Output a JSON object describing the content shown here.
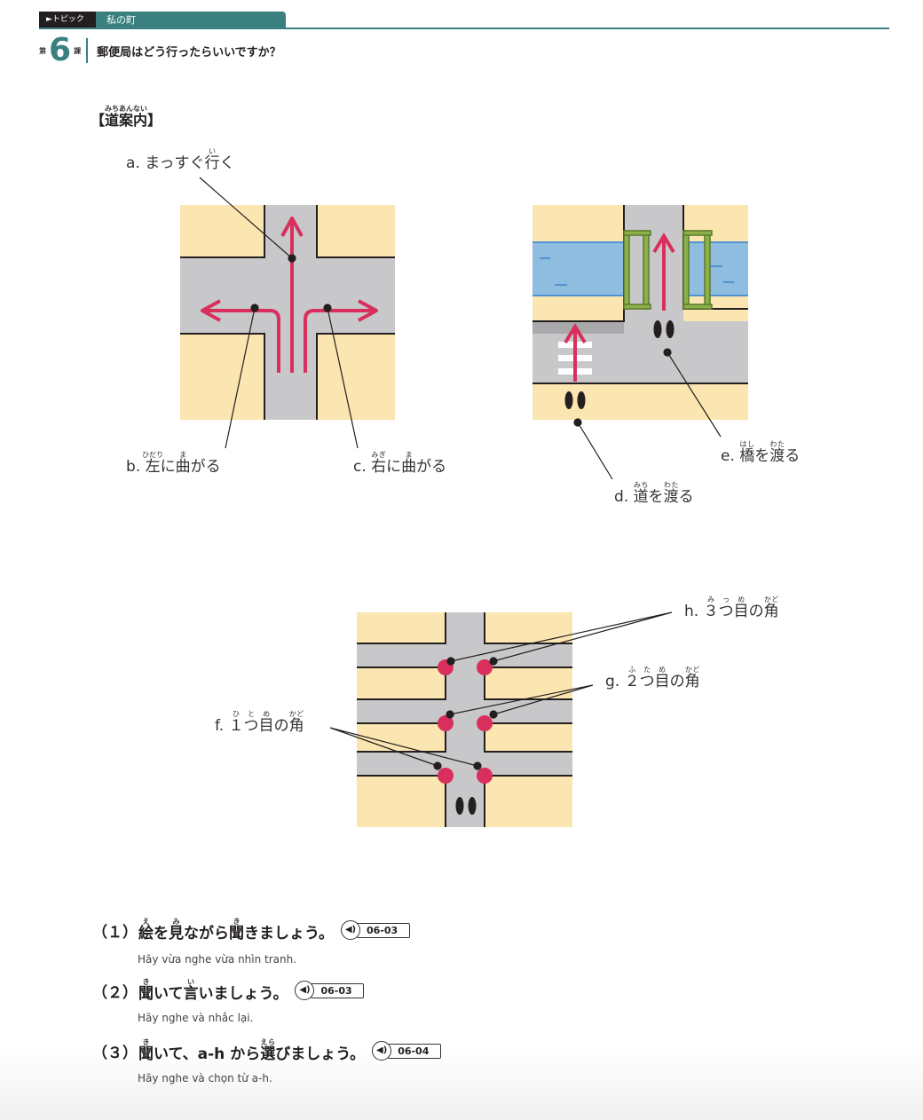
{
  "header": {
    "topic_label": "►トピック",
    "topic": "私の町",
    "lesson_prefix": "第",
    "lesson_number": "6",
    "lesson_suffix": "課",
    "lesson_title": "郵便局はどう行ったらいいですか？"
  },
  "section": {
    "title": "【道案内】",
    "title_ruby_base": "道案内",
    "title_ruby": "みちあんない"
  },
  "labels": {
    "a": {
      "prefix": "a. まっすぐ",
      "kanji": "行",
      "ruby": "い",
      "suffix": "く"
    },
    "b": {
      "prefix": "b. ",
      "k1": "左",
      "r1": "ひだり",
      "mid": "に",
      "k2": "曲",
      "r2": "ま",
      "suffix": "がる"
    },
    "c": {
      "prefix": "c. ",
      "k1": "右",
      "r1": "みぎ",
      "mid": "に",
      "k2": "曲",
      "r2": "ま",
      "suffix": "がる"
    },
    "d": {
      "prefix": "d. ",
      "k1": "道",
      "r1": "みち",
      "mid": "を",
      "k2": "渡",
      "r2": "わた",
      "suffix": "る"
    },
    "e": {
      "prefix": "e. ",
      "k1": "橋",
      "r1": "はし",
      "mid": "を",
      "k2": "渡",
      "r2": "わた",
      "suffix": "る"
    },
    "f": {
      "prefix": "f. ",
      "k1": "１つ",
      "r1": "ひと",
      "k2": "目",
      "r2": "め",
      "mid": "の",
      "k3": "角",
      "r3": "かど"
    },
    "g": {
      "prefix": "g. ",
      "k1": "２つ",
      "r1": "ふた",
      "k2": "目",
      "r2": "め",
      "mid": "の",
      "k3": "角",
      "r3": "かど"
    },
    "h": {
      "prefix": "h. ",
      "k1": "３つ",
      "r1": "みっ",
      "k2": "目",
      "r2": "め",
      "mid": "の",
      "k3": "角",
      "r3": "かど"
    }
  },
  "questions": [
    {
      "num": "（１）",
      "html_parts": [
        "絵",
        "え",
        "を",
        "見",
        "み",
        "ながら",
        "聞",
        "き",
        "きましょう。"
      ],
      "audio": "06-03",
      "sub": "Hãy vừa nghe vừa nhìn tranh."
    },
    {
      "num": "（２）",
      "html_parts": [
        "聞",
        "き",
        "いて",
        "言",
        "い",
        "いましょう。"
      ],
      "audio": "06-03",
      "sub": "Hãy nghe và nhắc lại."
    },
    {
      "num": "（３）",
      "html_parts": [
        "聞",
        "き",
        "いて、a-h から",
        "選",
        "えら",
        "びましょう。"
      ],
      "audio": "06-04",
      "sub": "Hãy nghe và chọn từ a-h."
    }
  ],
  "audio_icon": "speaker-icon",
  "colors": {
    "teal": "#3a8080",
    "block": "#fbe5b0",
    "road": "#c8c8ca",
    "arrow": "#d82f5c",
    "water": "#8fbde0",
    "bridge": "#8db04a"
  }
}
